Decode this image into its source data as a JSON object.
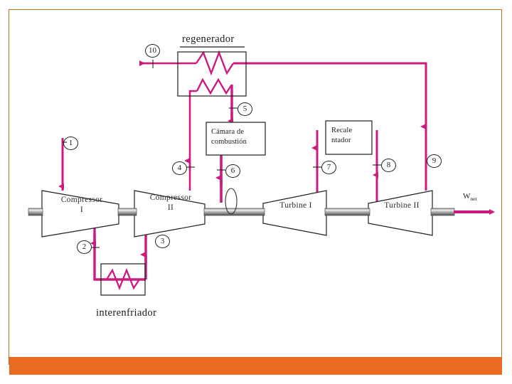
{
  "slide": {
    "background_color": "#ffffff",
    "frame_color": "#b5741f",
    "footer_color": "#ea6a20"
  },
  "diagram": {
    "type": "process-flow-schematic",
    "subject": "Regenerative Brayton cycle with intercooling and reheat",
    "line_color": "#cc1b7f",
    "outline_color": "#222222",
    "titles": {
      "regenerator": "regenerador",
      "intercooler": "interenfriador"
    },
    "boxes": [
      {
        "id": "regenerator",
        "label": ""
      },
      {
        "id": "combustion-chamber",
        "label_line1": "Cámara de",
        "label_line2": "combustión"
      },
      {
        "id": "reheater",
        "label_line1": "Recale",
        "label_line2": "ntador"
      },
      {
        "id": "intercooler",
        "label": ""
      }
    ],
    "machines": [
      {
        "id": "compressor-1",
        "line1": "Compressor",
        "line2": "I"
      },
      {
        "id": "compressor-2",
        "line1": "Compressor",
        "line2": "II"
      },
      {
        "id": "turbine-1",
        "line1": "Turbine I",
        "line2": ""
      },
      {
        "id": "turbine-2",
        "line1": "Turbine II",
        "line2": ""
      }
    ],
    "state_points": [
      {
        "id": "1",
        "label": "1"
      },
      {
        "id": "2",
        "label": "2"
      },
      {
        "id": "3",
        "label": "3"
      },
      {
        "id": "4",
        "label": "4"
      },
      {
        "id": "5",
        "label": "5"
      },
      {
        "id": "6",
        "label": "6"
      },
      {
        "id": "7",
        "label": "7"
      },
      {
        "id": "8",
        "label": "8"
      },
      {
        "id": "9",
        "label": "9"
      },
      {
        "id": "10",
        "label": "10"
      }
    ],
    "work_output": {
      "symbol": "W",
      "subscript": "net"
    }
  }
}
